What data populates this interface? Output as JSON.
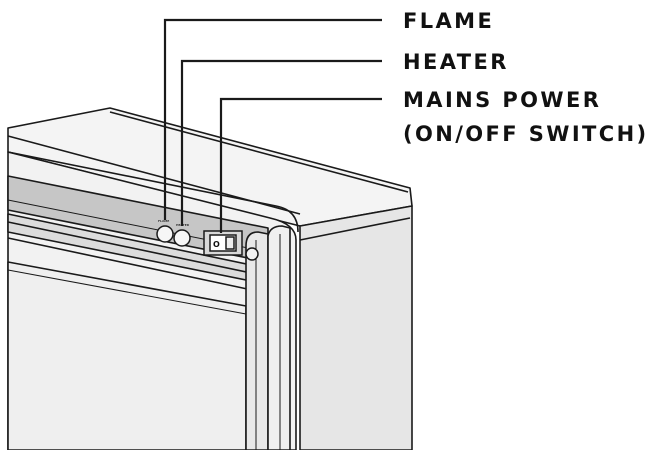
{
  "callouts": {
    "flame": "FLAME",
    "heater": "HEATER",
    "mains_power_line1": "MAINS POWER",
    "mains_power_line2": "(ON/OFF SWITCH)"
  },
  "panel_labels": {
    "flame": "FLAME",
    "heater": "HEATER"
  },
  "switch": {
    "symbol": "O"
  },
  "colors": {
    "outline": "#1a1a1a",
    "panel_fill": "#eeeeee",
    "side_fill": "#e4e4e4",
    "control_strip": "#c8c8c8",
    "background": "#ffffff"
  }
}
